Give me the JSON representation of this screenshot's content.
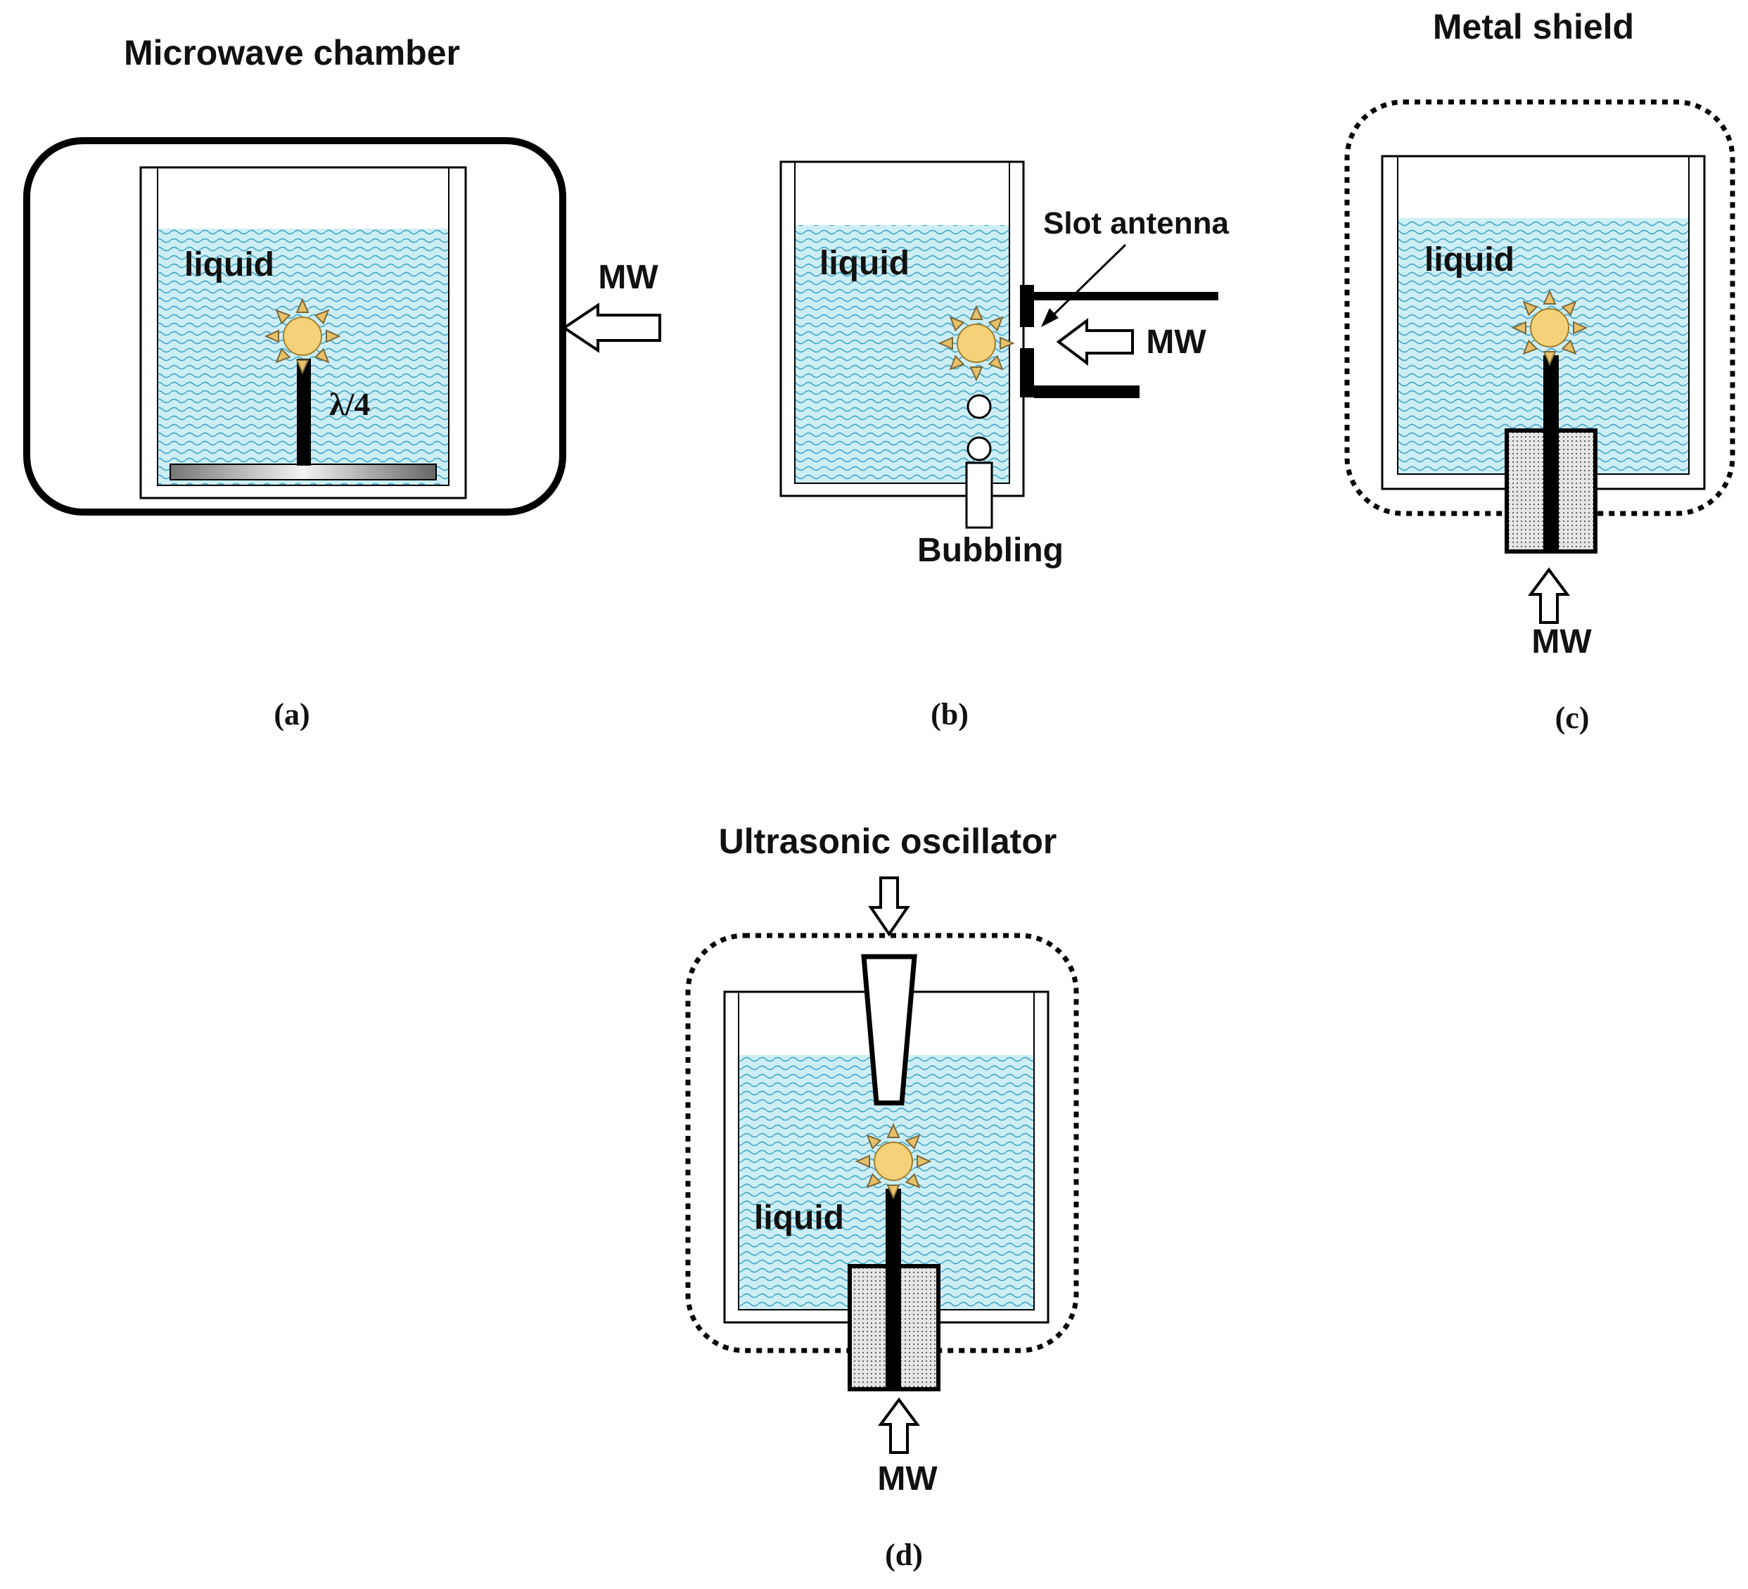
{
  "colors": {
    "liquid_fill": "#cdeef5",
    "liquid_wave": "#4aa8c8",
    "plasma_core": "#f5d27a",
    "plasma_ray": "#e8c06a",
    "stroke": "#000000",
    "coax_fill": "#d8d8d8"
  },
  "icons": {
    "plasma": "plasma-burst-icon",
    "arrow": "hollow-arrow-icon"
  },
  "panels": {
    "a": {
      "title": "Microwave chamber",
      "liquid_label": "liquid",
      "wavelength_label": "λ/4",
      "mw_label": "MW",
      "caption": "(a)"
    },
    "b": {
      "liquid_label": "liquid",
      "antenna_label": "Slot antenna",
      "mw_label": "MW",
      "bubbling_label": "Bubbling",
      "caption": "(b)"
    },
    "c": {
      "title": "Metal shield",
      "liquid_label": "liquid",
      "mw_label": "MW",
      "caption": "(c)"
    },
    "d": {
      "title": "Ultrasonic oscillator",
      "liquid_label": "liquid",
      "mw_label": "MW",
      "caption": "(d)"
    }
  }
}
